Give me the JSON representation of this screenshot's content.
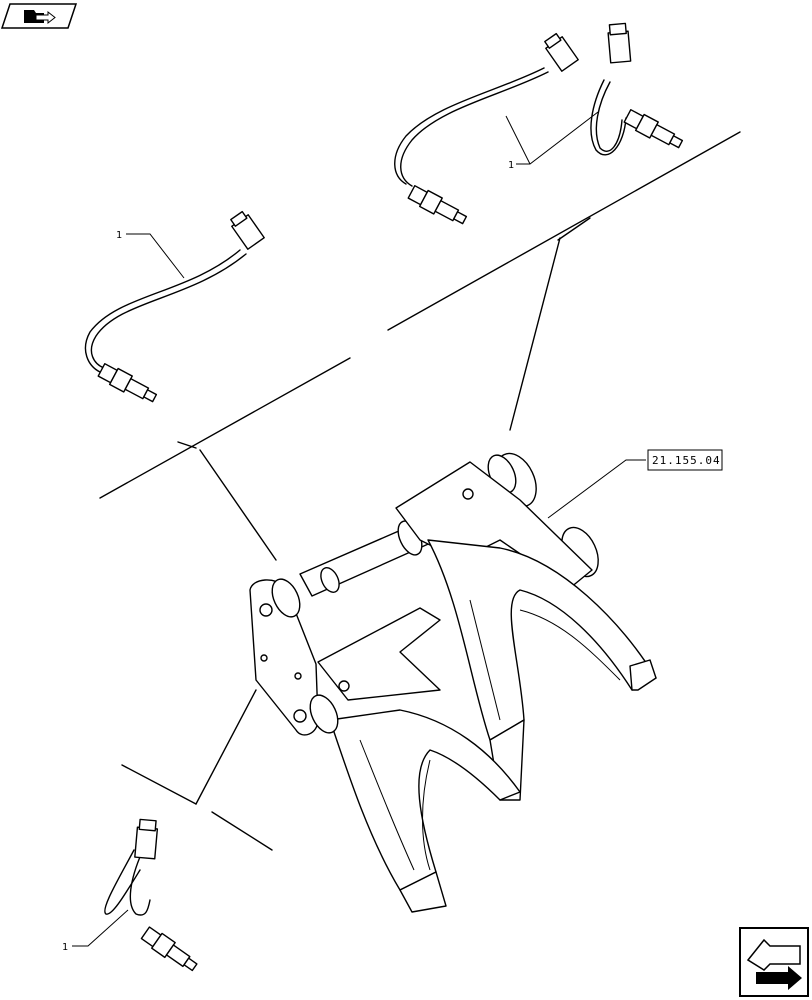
{
  "callouts": {
    "sensor_top_left": "1",
    "sensor_top_right": "1",
    "sensor_bottom_left": "1"
  },
  "reference": {
    "code": "21.155.04"
  },
  "icons": {
    "top_left": "book-arrow-icon",
    "bottom_right": "next-page-arrow-icon"
  }
}
